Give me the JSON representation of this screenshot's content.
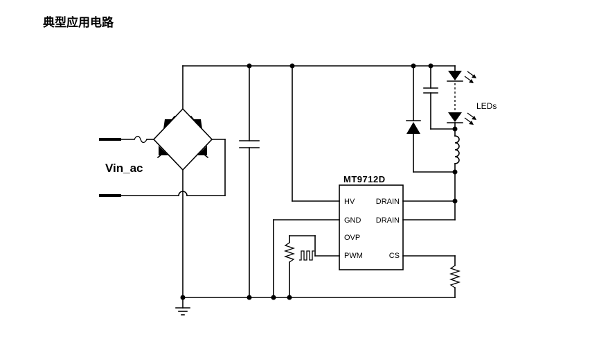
{
  "title": "典型应用电路",
  "input_label": "Vin_ac",
  "led_label": "LEDs",
  "ic": {
    "name": "MT9712D",
    "pins_left": [
      "HV",
      "GND",
      "OVP",
      "PWM"
    ],
    "pins_right": [
      "DRAIN",
      "DRAIN",
      "CS"
    ]
  }
}
